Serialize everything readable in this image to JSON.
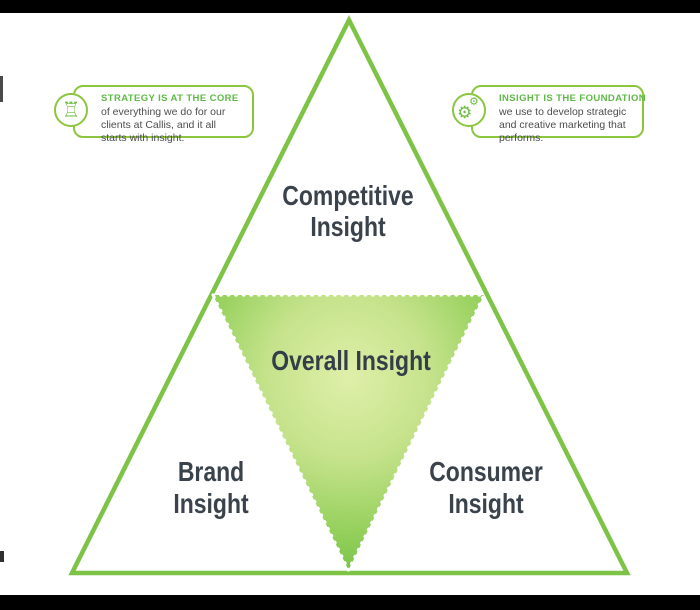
{
  "colors": {
    "triangle_stroke_green": "#7dc345",
    "callout_border_green": "#8cc63f",
    "heading_green": "#5fb946",
    "icon_green": "#6cbe45",
    "label_dark": "#3a434c",
    "body_text": "#4d4d4f",
    "gradient_center": "#dfefa9",
    "gradient_edge": "#6dbe44",
    "letterbox_bar": "#000000",
    "background": "#ffffff"
  },
  "callouts": {
    "left": {
      "icon": "rook-icon",
      "heading": "STRATEGY IS AT THE CORE",
      "body": "of everything we do for our clients at Callis, and it all starts with insight."
    },
    "right": {
      "icon": "gears-icon",
      "heading": "INSIGHT IS THE FOUNDATION",
      "body": "we use to develop strategic and creative marketing that performs."
    }
  },
  "pyramid": {
    "top": {
      "line1": "Competitive",
      "line2": "Insight"
    },
    "center": {
      "label": "Overall Insight"
    },
    "bottom_left": {
      "line1": "Brand",
      "line2": "Insight"
    },
    "bottom_right": {
      "line1": "Consumer",
      "line2": "Insight"
    }
  },
  "icons": {
    "rook": "♖",
    "gear_large": "⚙",
    "gear_small": "⚙"
  }
}
